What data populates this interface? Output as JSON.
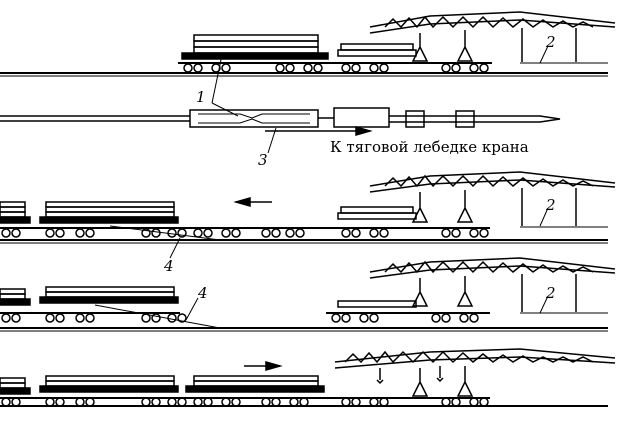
{
  "labels": {
    "l1": "1",
    "l2a": "2",
    "l2b": "2",
    "l2c": "2",
    "l3": "3",
    "l4a": "4",
    "l4b": "4"
  },
  "caption": "К тяговой лебедке крана",
  "colors": {
    "ink": "#000000",
    "paper": "#ffffff"
  }
}
